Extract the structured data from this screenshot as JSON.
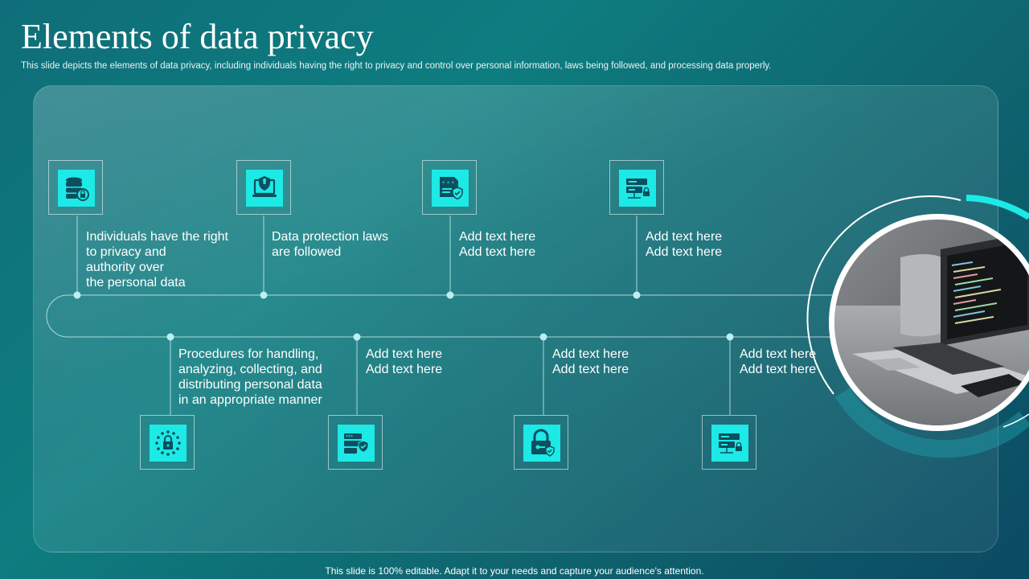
{
  "header": {
    "title": "Elements of data privacy",
    "subtitle": "This slide depicts the elements of data privacy,  including individuals having the right to privacy and control over personal information, laws being followed, and processing data properly."
  },
  "top_items": [
    {
      "text": "Individuals  have the right\nto privacy and\nauthority  over\nthe personal data",
      "icon": "database-lock-icon"
    },
    {
      "text": "Data protection laws\nare followed",
      "icon": "laptop-shield-icon"
    },
    {
      "text": "Add text here\nAdd text here",
      "icon": "document-shield-icon"
    },
    {
      "text": "Add text here\nAdd text here",
      "icon": "server-lock-icon"
    }
  ],
  "bottom_items": [
    {
      "text": "Procedures for handling,\nanalyzing,  collecting, and\ndistributing personal data\nin an appropriate manner",
      "icon": "eu-lock-icon"
    },
    {
      "text": "Add text here\nAdd text here",
      "icon": "password-shield-icon"
    },
    {
      "text": "Add text here\nAdd text here",
      "icon": "padlock-shield-icon"
    },
    {
      "text": "Add text here\nAdd text here",
      "icon": "server-lock-icon"
    }
  ],
  "photo": {
    "icon": "laptop-photo"
  },
  "footer": "This slide is 100% editable. Adapt it to your needs and capture your audience's attention.",
  "colors": {
    "accent": "#1de9e6",
    "icon_dark": "#0d4f5e"
  }
}
